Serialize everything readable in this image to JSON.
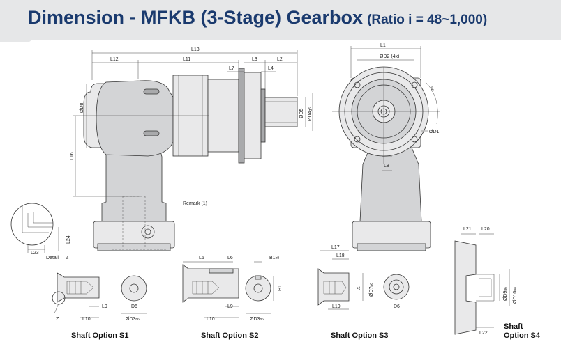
{
  "header": {
    "title": "Dimension - MFKB (3-Stage) Gearbox",
    "subtitle": "(Ratio i = 48~1,000)"
  },
  "dims": {
    "main": {
      "l13": "L13",
      "l12": "L12",
      "l11": "L11",
      "l3": "L3",
      "l2": "L2",
      "l7": "L7",
      "l4": "L4",
      "d8": "ØD8",
      "d5": "ØD5",
      "d4": "ØD4",
      "d4_sub": "g6",
      "l16": "L16",
      "remark": "Remark (1)"
    },
    "front": {
      "l1": "L1",
      "d2": "ØD2 (4x)",
      "d1": "ØD1",
      "l8": "L8",
      "angle": "α°"
    },
    "detail": {
      "l23": "L23",
      "l24": "L24",
      "label": "Detail",
      "z": "Z"
    },
    "s1": {
      "l9": "L9",
      "l10": "L10",
      "d6": "D6",
      "d3": "ØD3",
      "d3_sub": "h6",
      "z": "Z"
    },
    "s2": {
      "l5": "L5",
      "l6": "L6",
      "b1": "B1",
      "b1_sub": "h9",
      "h1": "H1",
      "l9": "L9",
      "l10": "L10",
      "d3": "ØD3",
      "d3_sub": "h6"
    },
    "s3": {
      "l17": "L17",
      "l18": "L18",
      "l19": "L19",
      "d7": "ØD7",
      "d7_sub": "h6",
      "x": "X",
      "d6": "D6"
    },
    "s4": {
      "l21": "L21",
      "l20": "L20",
      "l22": "L22",
      "d9": "ØD9",
      "d9_sub": "h6",
      "d10": "ØD10",
      "d10_sub": "h8"
    }
  },
  "captions": {
    "s1": "Shaft Option S1",
    "s2": "Shaft Option S2",
    "s3": "Shaft Option S3",
    "s4_line1": "Shaft",
    "s4_line2": "Option S4"
  }
}
